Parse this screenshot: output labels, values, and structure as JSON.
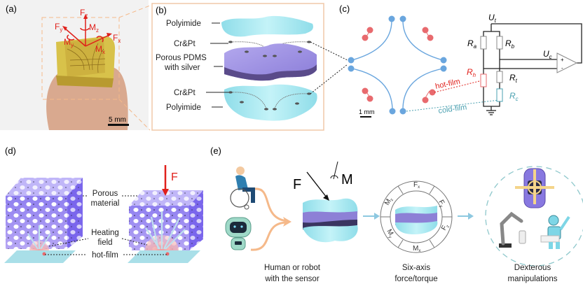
{
  "panels": {
    "a": {
      "label": "(a)",
      "axes": {
        "fz": "F",
        "fz_sub": "z",
        "fy": "F",
        "fy_sub": "y",
        "fx": "F",
        "fx_sub": "x",
        "mz": "M",
        "mz_sub": "z",
        "my": "M",
        "my_sub": "y",
        "mx": "M",
        "mx_sub": "x"
      },
      "scale_bar": "5 mm"
    },
    "b": {
      "label": "(b)",
      "layers": [
        "Polyimide",
        "Cr&Pt",
        "Porous PDMS",
        "with silver",
        "Cr&Pt",
        "Polyimide"
      ]
    },
    "c": {
      "label": "(c)",
      "scale_bar": "1 mm",
      "hot_film": "hot-film",
      "cold_film": "cold-film",
      "circuit": {
        "ut": "U",
        "ut_sub": "t",
        "uc": "U",
        "uc_sub": "c",
        "ra": "R",
        "ra_sub": "a",
        "rb": "R",
        "rb_sub": "b",
        "rh": "R",
        "rh_sub": "h",
        "rt": "R",
        "rt_sub": "t",
        "rc": "R",
        "rc_sub": "c",
        "plus": "+",
        "minus": "-"
      }
    },
    "d": {
      "label": "(d)",
      "force": "F",
      "porous": "Porous",
      "material": "material",
      "heating": "Heating",
      "field": "field",
      "hotfilm": "hot-film"
    },
    "e": {
      "label": "(e)",
      "force": "F",
      "moment": "M",
      "ring": {
        "fx": "F",
        "fx_sub": "x",
        "fy": "F",
        "fy_sub": "y",
        "fz": "F",
        "fz_sub": "z",
        "mx": "M",
        "mx_sub": "x",
        "my": "M",
        "my_sub": "y",
        "mz": "M",
        "mz_sub": "z"
      },
      "captions": [
        {
          "line1": "Human or robot",
          "line2": "with the sensor"
        },
        {
          "line1": "Six-axis",
          "line2": "force/torque"
        },
        {
          "line1": "Dexterous",
          "line2": "manipulations"
        }
      ]
    }
  },
  "colors": {
    "red": "#e0201b",
    "cyan": "#a6e8f0",
    "purple": "#9a8fe0",
    "blue_trace": "#6aa6de",
    "red_trace": "#e86a6e",
    "teal": "#4aa0b0",
    "orange": "#f5b98a"
  }
}
